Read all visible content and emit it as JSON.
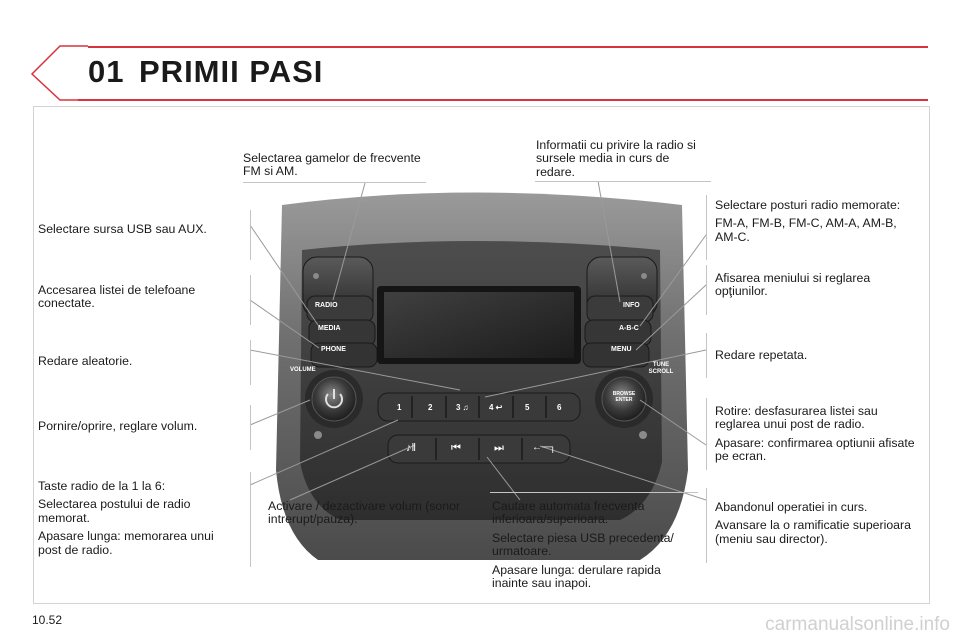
{
  "header": {
    "chapter_number": "01",
    "chapter_title": "PRIMII PASI"
  },
  "page_number": "10.52",
  "watermark": "carmanualsonline.info",
  "device": {
    "buttons_left": [
      "RADIO",
      "MEDIA",
      "PHONE"
    ],
    "buttons_right": [
      "INFO",
      "A-B-C",
      "MENU"
    ],
    "preset_keys": [
      "1",
      "2",
      "3 ♫",
      "4 ↩",
      "5",
      "6"
    ],
    "volume_label": "VOLUME",
    "tune_label": "TUNE SCROLL",
    "browse_label": "BROWSE ENTER",
    "transport_keys": [
      "♪‖",
      "⏮",
      "⏭",
      "←─┐"
    ]
  },
  "captions": {
    "fm_am": [
      "Selectarea gamelor de frecvente FM si AM."
    ],
    "info": [
      "Informatii cu privire la radio si sursele media in curs de redare."
    ],
    "usb_aux": [
      "Selectare sursa USB sau AUX."
    ],
    "phones": [
      "Accesarea listei de telefoane conectate."
    ],
    "random": [
      "Redare aleatorie."
    ],
    "power": [
      "Pornire/oprire, reglare volum."
    ],
    "presets": [
      "Taste radio de la 1 la 6:",
      "Selectarea postului de radio memorat.",
      "Apasare lunga: memorarea unui post de radio."
    ],
    "memorised": [
      "Selectare posturi radio memorate:",
      "FM-A, FM-B, FM-C, AM-A, AM-B, AM-C."
    ],
    "menu": [
      "Afisarea meniului si reglarea opţiunilor."
    ],
    "repeat": [
      "Redare repetata."
    ],
    "rotary": [
      "Rotire: desfasurarea listei sau reglarea unui post de radio.",
      "Apasare: confirmarea optiunii afisate pe ecran."
    ],
    "mute": [
      "Activare / dezactivare volum (sonor intrerupt/pauza)."
    ],
    "seek": [
      "Cautare automata frecventa inferioara/superioara.",
      "Selectare piesa USB precedenta/ urmatoare.",
      "Apasare lunga: derulare rapida inainte sau inapoi."
    ],
    "back": [
      "Abandonul operatiei in curs.",
      "Avansare la o ramificatie superioara (meniu sau director)."
    ]
  }
}
